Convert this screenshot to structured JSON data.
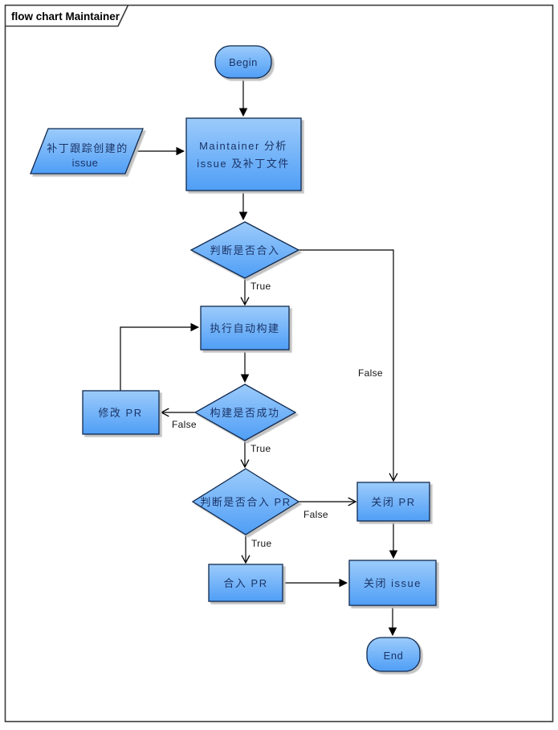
{
  "frame": {
    "title": "flow chart Maintainer"
  },
  "colors": {
    "node_fill_top": "#9ccbfb",
    "node_fill_bottom": "#4f9ef6",
    "node_border": "#10294f",
    "node_text": "#1b3467",
    "edge_line": "#000000",
    "shadow": "#c2c2c2",
    "frame_border": "#3c3c3c"
  },
  "nodes": {
    "begin": {
      "label": "Begin"
    },
    "patch_issue_input": {
      "line1": "补丁跟踪创建的",
      "line2": "issue"
    },
    "maintainer_analysis": {
      "line1": "Maintainer 分析",
      "line2": "issue 及补丁文件"
    },
    "decide_merge": {
      "label": "判断是否合入"
    },
    "auto_build": {
      "label": "执行自动构建"
    },
    "build_success": {
      "label": "构建是否成功"
    },
    "modify_pr": {
      "label": "修改 PR"
    },
    "decide_merge_pr": {
      "label": "判断是否合入 PR"
    },
    "close_pr": {
      "label": "关闭 PR"
    },
    "merge_pr": {
      "label": "合入 PR"
    },
    "close_issue": {
      "label": "关闭 issue"
    },
    "end": {
      "label": "End"
    }
  },
  "edge_labels": {
    "decide_merge_true": "True",
    "decide_merge_false": "False",
    "build_success_true": "True",
    "build_success_false": "False",
    "decide_merge_pr_true": "True",
    "decide_merge_pr_false": "False"
  }
}
